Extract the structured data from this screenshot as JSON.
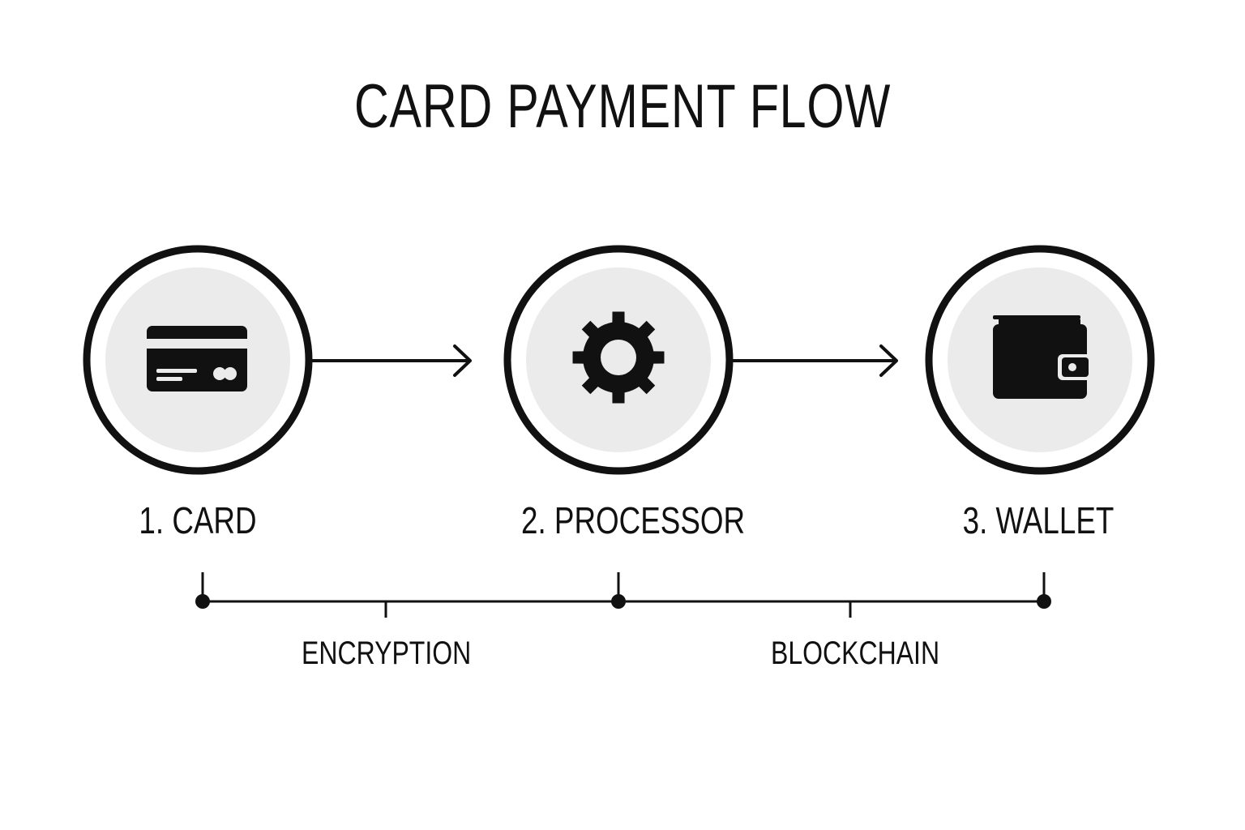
{
  "title": "CARD PAYMENT FLOW",
  "steps": [
    {
      "label": "1. CARD",
      "icon": "credit-card-icon"
    },
    {
      "label": "2. PROCESSOR",
      "icon": "gear-icon"
    },
    {
      "label": "3. WALLET",
      "icon": "wallet-icon"
    }
  ],
  "segments": [
    {
      "label": "ENCRYPTION"
    },
    {
      "label": "BLOCKCHAIN"
    }
  ],
  "colors": {
    "ink": "#111111",
    "circle_fill": "#ebebeb",
    "background": "#ffffff"
  }
}
